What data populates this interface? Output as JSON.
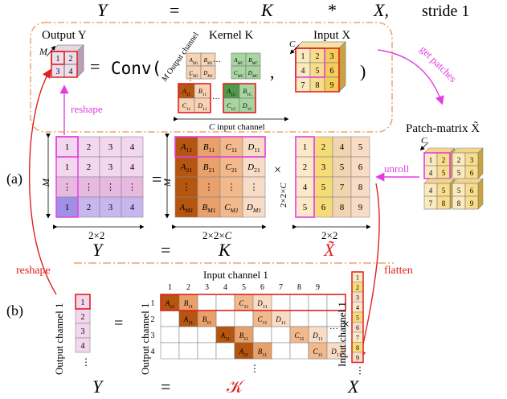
{
  "top_equation": {
    "lhs": "Y",
    "eq": "=",
    "k": "K",
    "star": "*",
    "x": "X,",
    "stride": "stride 1"
  },
  "labels": {
    "output_y": "Output Y",
    "kernel_k": "Kernel K",
    "input_x": "Input X",
    "conv": "Conv(",
    "comma": ",",
    "close_paren": ")",
    "reshape_magenta": "reshape",
    "get_patches": "get patches",
    "patch_matrix": "Patch-matrix X̃",
    "unroll": "unroll",
    "reshape_red": "reshape",
    "flatten": "flatten",
    "output_channel": "Output channel",
    "c_input_channel": "C input channel",
    "c": "C",
    "m": "M",
    "part_a": "(a)",
    "part_b": "(b)",
    "times": "×",
    "dims_2x2": "2×2",
    "dims_2x2xC": "2×2×C",
    "equals": "=",
    "y": "Y",
    "k": "K",
    "x_tilde": "X̃",
    "k_script": "𝒦",
    "x": "X",
    "input_channel_1": "Input channel 1",
    "output_channel_1": "Output channel 1",
    "vdots": "⋮",
    "hdots": "···"
  },
  "small_output": [
    "1",
    "2",
    "3",
    "4"
  ],
  "small_input": [
    "1",
    "2",
    "3",
    "4",
    "5",
    "6",
    "7",
    "8",
    "9"
  ],
  "y_matrix": [
    [
      "1",
      "2",
      "3",
      "4"
    ],
    [
      "1",
      "2",
      "3",
      "4"
    ],
    [
      "⋮",
      "⋮",
      "⋮",
      "⋮"
    ],
    [
      "1",
      "2",
      "3",
      "4"
    ]
  ],
  "k_matrix": [
    [
      "A11",
      "B11",
      "C11",
      "D11"
    ],
    [
      "A21",
      "B21",
      "C21",
      "D21"
    ],
    [
      "⋮",
      "⋮",
      "⋮",
      "⋮"
    ],
    [
      "AM1",
      "BM1",
      "CM1",
      "DM1"
    ]
  ],
  "x_matrix": [
    [
      "1",
      "2",
      "4",
      "5"
    ],
    [
      "2",
      "3",
      "5",
      "6"
    ],
    [
      "4",
      "5",
      "7",
      "8"
    ],
    [
      "5",
      "6",
      "8",
      "9"
    ]
  ],
  "patches": [
    [
      "1",
      "2",
      "4",
      "5"
    ],
    [
      "2",
      "3",
      "5",
      "6"
    ],
    [
      "4",
      "5",
      "7",
      "8"
    ],
    [
      "5",
      "6",
      "8",
      "9"
    ]
  ],
  "b_col_headers": [
    "1",
    "2",
    "3",
    "4",
    "5",
    "6",
    "7",
    "8",
    "9"
  ],
  "b_row_headers": [
    "1",
    "2",
    "3",
    "4"
  ],
  "b_output_vec": [
    "1",
    "2",
    "3",
    "4"
  ],
  "b_input_vec": [
    "1",
    "2",
    "3",
    "4",
    "5",
    "6",
    "7",
    "8",
    "9"
  ],
  "b_rows": [
    [
      [
        "A",
        1
      ],
      [
        "B",
        2
      ],
      [
        "C",
        5
      ],
      [
        "D",
        6
      ]
    ],
    [
      [
        "A",
        2
      ],
      [
        "B",
        3
      ],
      [
        "C",
        6
      ],
      [
        "D",
        7
      ]
    ],
    [
      [
        "A",
        4
      ],
      [
        "B",
        5
      ],
      [
        "C",
        8
      ],
      [
        "D",
        9
      ]
    ],
    [
      [
        "A",
        5
      ],
      [
        "B",
        6
      ],
      [
        "C",
        9
      ],
      [
        "D",
        10
      ]
    ]
  ],
  "colors": {
    "orange_dark": "#b5550f",
    "orange_mid": "#e9a06a",
    "orange_light": "#f6d3b4",
    "pink_light": "#f3d7ee",
    "pink_mid": "#e7b8e0",
    "lavender": "#c7b7ee",
    "purple_bar": "#9f8fe6",
    "yellow": "#f6dc78",
    "yellow_dark": "#eec64b",
    "peach": "#f8dcc6",
    "green_dark": "#4f9a48",
    "green_light": "#a8d5a0",
    "magenta": "#e33de0",
    "red": "#e02020",
    "dash_orange": "#f0a36a"
  }
}
